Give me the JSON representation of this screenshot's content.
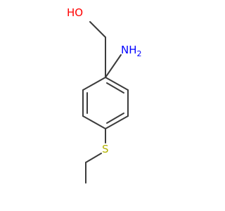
{
  "molecule": {
    "atoms": [
      {
        "id": "O1",
        "label": "HO",
        "element": "O"
      },
      {
        "id": "N1",
        "label": "NH",
        "subscript": "2",
        "element": "N"
      },
      {
        "id": "S1",
        "label": "S",
        "element": "S"
      }
    ]
  },
  "colors": {
    "bond": "#3c3c3c",
    "oxygen": "#ff0000",
    "nitrogen": "#0000ff",
    "sulfur": "#b2b200",
    "background": "#ffffff"
  }
}
